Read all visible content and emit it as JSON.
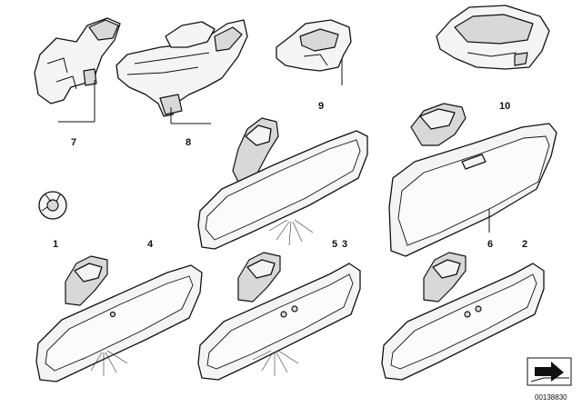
{
  "callouts": {
    "c1": "1",
    "c2": "2",
    "c3": "3",
    "c4": "4",
    "c5": "5",
    "c6": "6",
    "c7": "7",
    "c8": "8",
    "c9": "9",
    "c10": "10"
  },
  "diagram_code": "00138830",
  "icons": [
    "mirror-icon",
    "clip-icon",
    "cover-icon",
    "arrow-icon"
  ]
}
